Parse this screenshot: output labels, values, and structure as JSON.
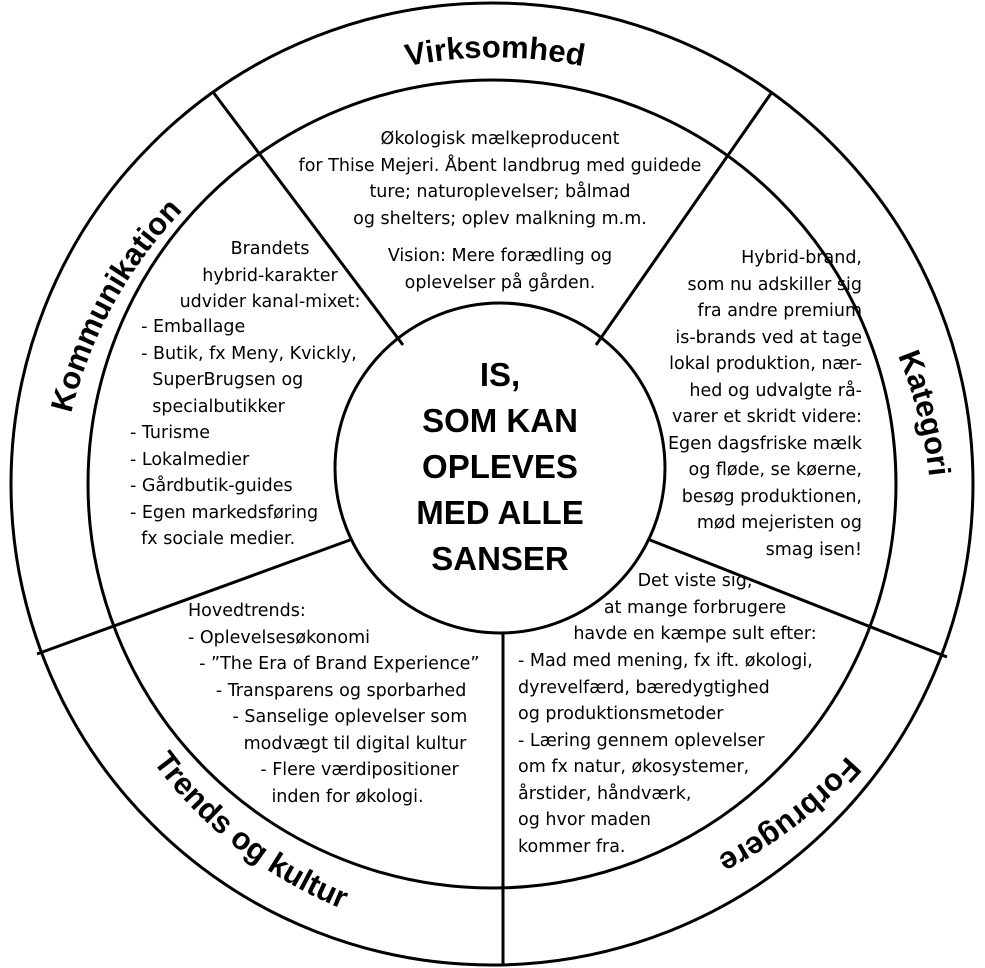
{
  "ring_labels": {
    "virksomhed": "Virksomhed",
    "kategori": "Kategori",
    "forbrugere": "Forbrugere",
    "trends": "Trends og kultur",
    "kommunikation": "Kommunikation"
  },
  "center_text": "IS,\nSOM KAN\nOPLEVES\nMED ALLE\nSANSER",
  "segments": {
    "virksomhed": "Økologisk mælkeproducent\nfor Thise Mejeri. Åbent landbrug med guidede\nture; naturoplevelser; bålmad\nog shelters; oplev malkning m.m.",
    "virksomhed_vision": "Vision: Mere forædling og\noplevelser på gården.",
    "kategori": "Hybrid-brand,\nsom nu adskiller sig\nfra andre premium\nis-brands ved at tage\nlokal produktion, nær-\nhed og udvalgte rå-\nvarer et skridt videre:\nEgen dagsfriske mælk\nog fløde, se køerne,\nbesøg produktionen,\nmød mejeristen og\nsmag isen!",
    "forbrugere_intro": "Det viste sig,\nat mange forbrugere\nhavde en kæmpe sult efter:",
    "forbrugere_list": "- Mad med mening, fx ift. økologi,\ndyrevelfærd, bæredygtighed\nog produktionsmetoder\n- Læring gennem oplevelser\nom fx natur, økosystemer,\nårstider, håndværk,\nog hvor maden\nkommer fra.",
    "trends_list": "Hovedtrends:\n- Oplevelsesøkonomi\n  - ”The Era of Brand Experience”\n     - Transparens og sporbarhed\n        - Sanselige oplevelser som\n          modvægt til digital kultur\n             - Flere værdipositioner\n               inden for økologi.",
    "kommunikation_intro": "Brandets\nhybrid-karakter\nudvider kanal-mixet:",
    "kommunikation_list": "  - Emballage\n  - Butik, fx Meny, Kvickly,\n    SuperBrugsen og\n    specialbutikker\n- Turisme\n- Lokalmedier\n- Gårdbutik-guides\n- Egen markedsføring\n  fx sociale medier."
  }
}
